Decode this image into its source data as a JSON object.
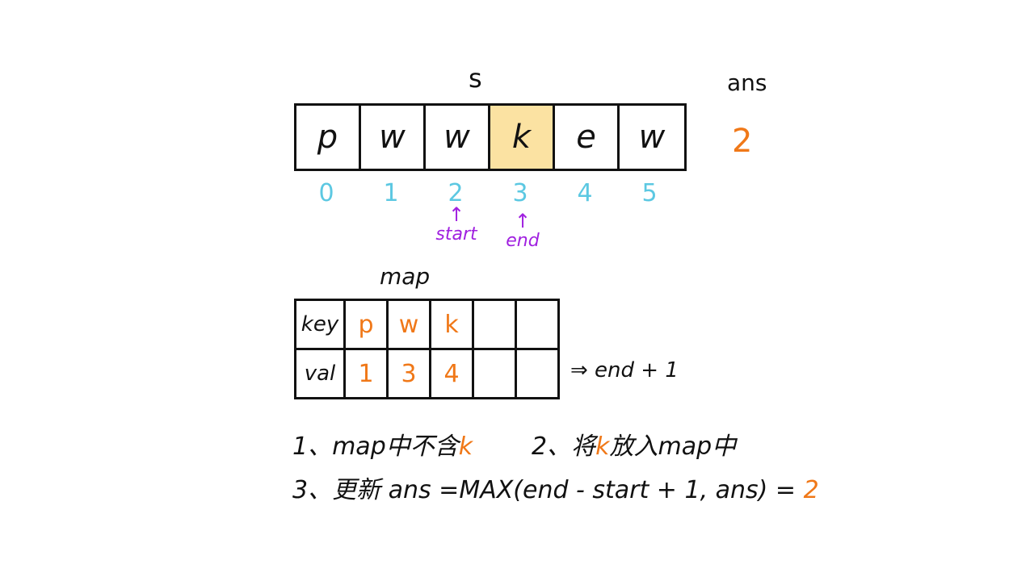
{
  "s_label": "s",
  "ans_label": "ans",
  "ans_value": "2",
  "chars": [
    "p",
    "w",
    "w",
    "k",
    "e",
    "w"
  ],
  "highlight_index": 3,
  "indices": [
    "0",
    "1",
    "2",
    "3",
    "4",
    "5"
  ],
  "pointers": {
    "start": "start",
    "end": "end",
    "arrow": "↑"
  },
  "map": {
    "title": "map",
    "key_header": "key",
    "val_header": "val",
    "keys": [
      "p",
      "w",
      "k",
      "",
      ""
    ],
    "vals": [
      "1",
      "3",
      "4",
      "",
      ""
    ]
  },
  "arrow_note": "⇒ end + 1",
  "steps": {
    "s1_prefix": "1、map中不含",
    "s1_accent": "k",
    "s2_prefix": "2、将",
    "s2_accent": "k",
    "s2_suffix": "放入map中",
    "s3_prefix": "3、更新 ans =MAX(end - start + 1, ans) =",
    "s3_accent": "2"
  },
  "colors": {
    "highlight": "#fbe2a2",
    "accent": "#f07818",
    "index": "#5cc8e2",
    "pointer": "#a020e0"
  }
}
